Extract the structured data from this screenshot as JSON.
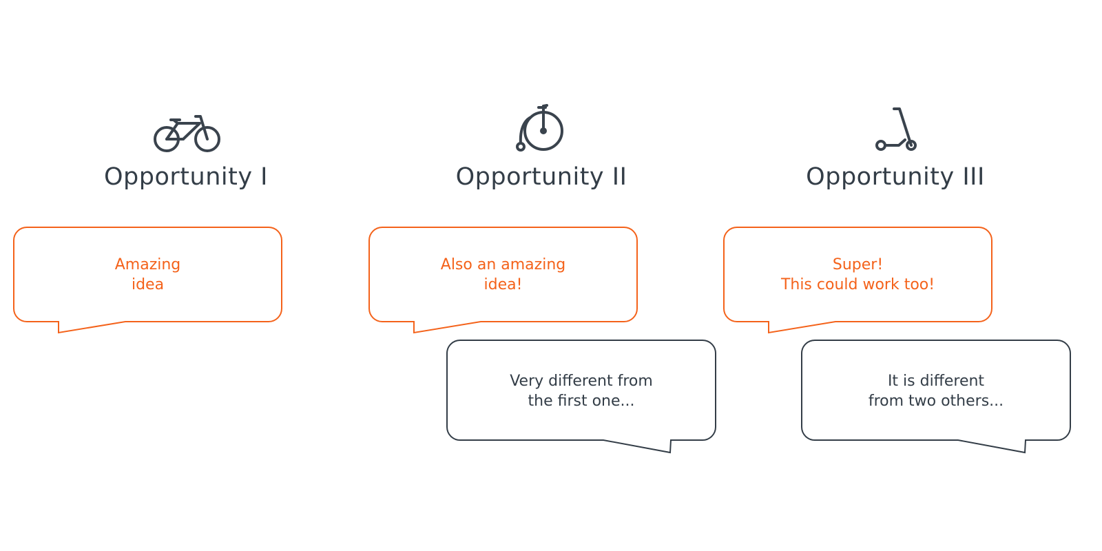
{
  "colors": {
    "accent": "#f4621a",
    "dark": "#333d47",
    "background": "#ffffff"
  },
  "opportunities": [
    {
      "title": "Opportunity I",
      "icon": "bicycle-icon",
      "bubbles": [
        {
          "style": "orange",
          "lines": [
            "Amazing",
            "idea"
          ]
        }
      ]
    },
    {
      "title": "Opportunity II",
      "icon": "penny-farthing-icon",
      "bubbles": [
        {
          "style": "orange",
          "lines": [
            "Also an amazing",
            "idea!"
          ]
        },
        {
          "style": "dark",
          "lines": [
            "Very different from",
            "the first one..."
          ]
        }
      ]
    },
    {
      "title": "Opportunity III",
      "icon": "kick-scooter-icon",
      "bubbles": [
        {
          "style": "orange",
          "lines": [
            "Super!",
            "This could work too!"
          ]
        },
        {
          "style": "dark",
          "lines": [
            "It is different",
            "from two others..."
          ]
        }
      ]
    }
  ]
}
